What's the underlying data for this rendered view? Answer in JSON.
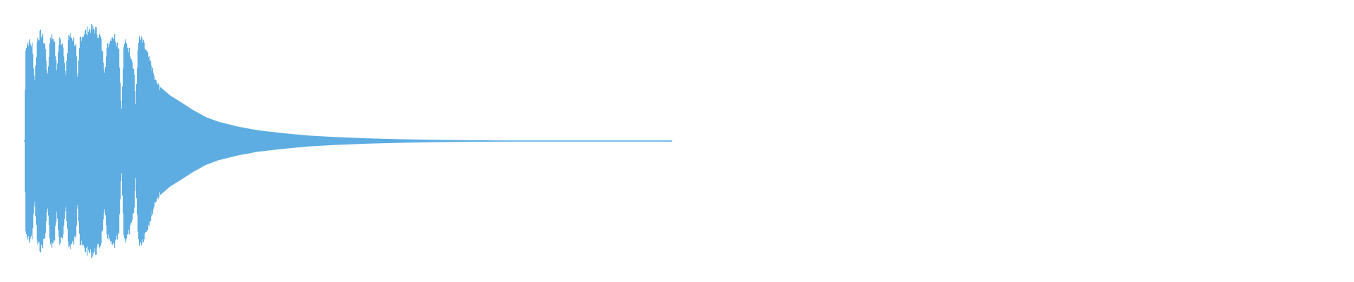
{
  "waveform": {
    "color": "#5dade2",
    "background": "#ffffff",
    "envelope": [
      [
        0.0,
        0.0
      ],
      [
        0.002,
        0.8
      ],
      [
        0.006,
        0.85
      ],
      [
        0.012,
        0.82
      ],
      [
        0.016,
        0.5
      ],
      [
        0.02,
        0.88
      ],
      [
        0.026,
        0.92
      ],
      [
        0.032,
        0.82
      ],
      [
        0.036,
        0.55
      ],
      [
        0.04,
        0.9
      ],
      [
        0.046,
        0.88
      ],
      [
        0.05,
        0.6
      ],
      [
        0.054,
        0.87
      ],
      [
        0.06,
        0.83
      ],
      [
        0.064,
        0.53
      ],
      [
        0.068,
        0.91
      ],
      [
        0.076,
        0.87
      ],
      [
        0.08,
        0.8
      ],
      [
        0.082,
        0.48
      ],
      [
        0.086,
        0.88
      ],
      [
        0.094,
        0.93
      ],
      [
        0.102,
        0.96
      ],
      [
        0.11,
        0.95
      ],
      [
        0.118,
        0.88
      ],
      [
        0.124,
        0.6
      ],
      [
        0.128,
        0.8
      ],
      [
        0.132,
        0.87
      ],
      [
        0.136,
        0.9
      ],
      [
        0.14,
        0.89
      ],
      [
        0.146,
        0.8
      ],
      [
        0.15,
        0.24
      ],
      [
        0.154,
        0.85
      ],
      [
        0.16,
        0.81
      ],
      [
        0.166,
        0.71
      ],
      [
        0.17,
        0.57
      ],
      [
        0.172,
        0.3
      ],
      [
        0.176,
        0.87
      ],
      [
        0.182,
        0.86
      ],
      [
        0.19,
        0.74
      ],
      [
        0.196,
        0.65
      ],
      [
        0.202,
        0.52
      ],
      [
        0.21,
        0.45
      ],
      [
        0.225,
        0.38
      ],
      [
        0.24,
        0.33
      ],
      [
        0.26,
        0.26
      ],
      [
        0.28,
        0.2
      ],
      [
        0.3,
        0.16
      ],
      [
        0.33,
        0.12
      ],
      [
        0.36,
        0.09
      ],
      [
        0.4,
        0.065
      ],
      [
        0.44,
        0.045
      ],
      [
        0.48,
        0.033
      ],
      [
        0.53,
        0.022
      ],
      [
        0.58,
        0.015
      ],
      [
        0.63,
        0.01
      ],
      [
        0.68,
        0.007
      ],
      [
        0.73,
        0.005
      ],
      [
        0.78,
        0.004
      ],
      [
        0.83,
        0.003
      ],
      [
        0.88,
        0.0025
      ],
      [
        0.94,
        0.002
      ],
      [
        1.0,
        0.0
      ]
    ],
    "gaps": [
      0.016,
      0.036,
      0.05,
      0.064,
      0.082,
      0.15,
      0.172
    ]
  }
}
